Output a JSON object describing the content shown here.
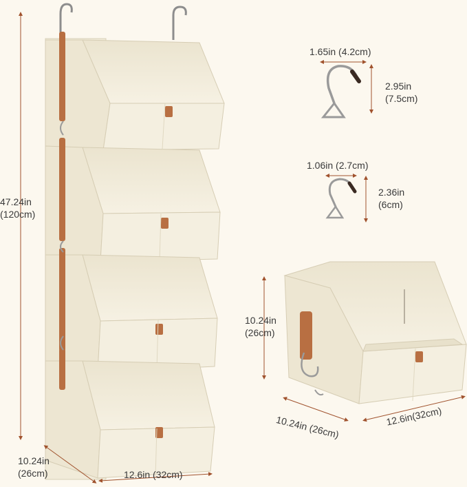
{
  "dimensions": {
    "height_total": {
      "line1": "47.24in",
      "line2": "(120cm)"
    },
    "depth_left": {
      "line1": "10.24in",
      "line2": "(26cm)"
    },
    "width_left": "12.6in (32cm)",
    "hook_large_width": "1.65in (4.2cm)",
    "hook_large_height": {
      "line1": "2.95in",
      "line2": "(7.5cm)"
    },
    "hook_small_width": "1.06in (2.7cm)",
    "hook_small_height": {
      "line1": "2.36in",
      "line2": "(6cm)"
    },
    "bin_height": {
      "line1": "10.24in",
      "line2": "(26cm)"
    },
    "bin_depth": "10.24in  (26cm)",
    "bin_width": "12.6in(32cm)"
  },
  "colors": {
    "background": "#fcf8ef",
    "fabric": "#f0ead8",
    "fabric_shade": "#e3dcc6",
    "leather": "#b86f42",
    "dimension_line": "#a0522d",
    "metal": "#9a9a9a"
  }
}
